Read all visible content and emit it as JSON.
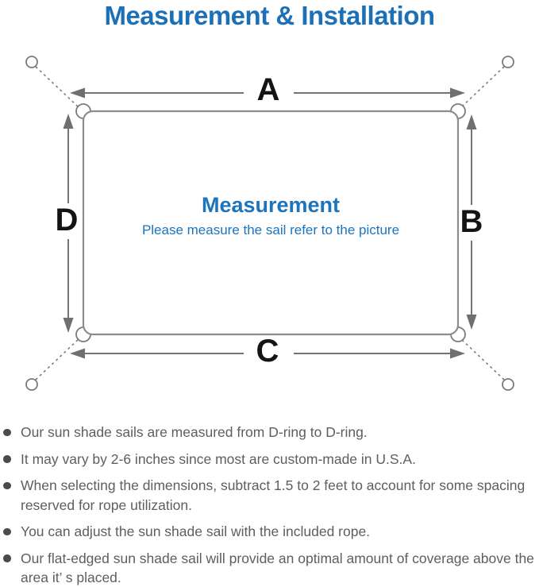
{
  "title": "Measurement & Installation",
  "diagram": {
    "labels": {
      "top": "A",
      "right": "B",
      "bottom": "C",
      "left": "D"
    },
    "center_title": "Measurement",
    "center_subtitle": "Please measure the sail refer to the picture"
  },
  "notes": [
    "Our sun shade sails are measured from D-ring to D-ring.",
    "It may vary by 2-6 inches since most are custom-made in U.S.A.",
    "When selecting the dimensions, subtract 1.5 to 2 feet to account for some spacing reserved for rope utilization.",
    "You can adjust the sun shade sail with the included rope.",
    "Our flat-edged sun shade sail will provide an optimal amount of coverage above the area it’ s placed."
  ],
  "colors": {
    "accent_blue_title": "#1b70b8",
    "accent_blue_center": "#1b74bc",
    "label_black": "#141414",
    "line_gray": "#777777",
    "note_text_gray": "#5e5e5e",
    "bullet_gray": "#4b4b4b",
    "background": "#ffffff"
  }
}
